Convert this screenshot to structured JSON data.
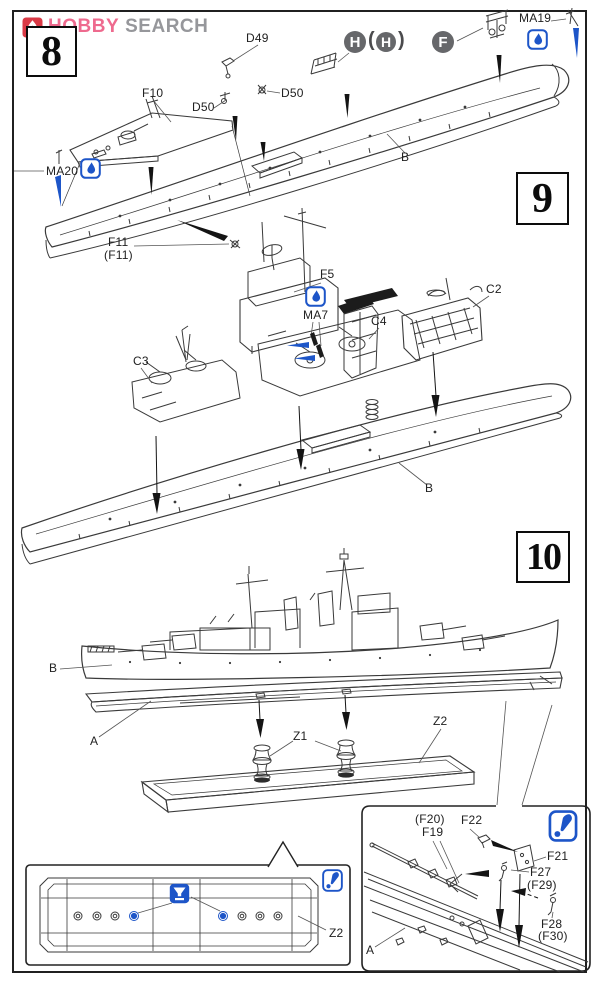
{
  "page": {
    "background": "#ffffff",
    "border_color": "#202020"
  },
  "watermark": {
    "brand": "HOBBY",
    "brand2": "SEARCH",
    "brand_color": "#ee6a8e",
    "brand2_color": "#96979b",
    "logo_icon": "flame-logo",
    "logo_icon_color": "#da3a46"
  },
  "palette": {
    "accent_blue": "#1d55c8",
    "line_color": "#3a3a3a",
    "badge_gray": "#66676a",
    "arrow_black": "#141414"
  },
  "icons": {
    "glue": "glue-droplet",
    "attention": "tilted-exclamation",
    "drill": "drill-open-hole",
    "logo": "flame"
  },
  "steps": {
    "step8": {
      "number": "8",
      "labels": {
        "d49": "D49",
        "d50_a": "D50",
        "d50_b": "D50",
        "f10": "F10",
        "ma19": "MA19",
        "ma20": "MA20",
        "f11": "F11",
        "f11_alt": "(F11)",
        "hull": "B",
        "badge_h": "H",
        "badge_h2": "H",
        "badge_f": "F",
        "paren_open": "(",
        "paren_close": ")"
      }
    },
    "step9": {
      "number": "9",
      "labels": {
        "f5": "F5",
        "ma7": "MA7",
        "c2": "C2",
        "c3": "C3",
        "c4": "C4",
        "hull": "B"
      }
    },
    "step10": {
      "number": "10",
      "labels": {
        "upper_hull": "B",
        "lower_hull": "A",
        "pedestal": "Z1",
        "base": "Z2"
      }
    },
    "inset_propeller": {
      "labels": {
        "f20": "(F20)",
        "f19": "F19",
        "f22": "F22",
        "f21": "F21",
        "f27": "F27",
        "f29": "(F29)",
        "f28": "F28",
        "f30": "(F30)",
        "hull": "A"
      }
    },
    "inset_base": {
      "labels": {
        "base": "Z2"
      }
    }
  }
}
